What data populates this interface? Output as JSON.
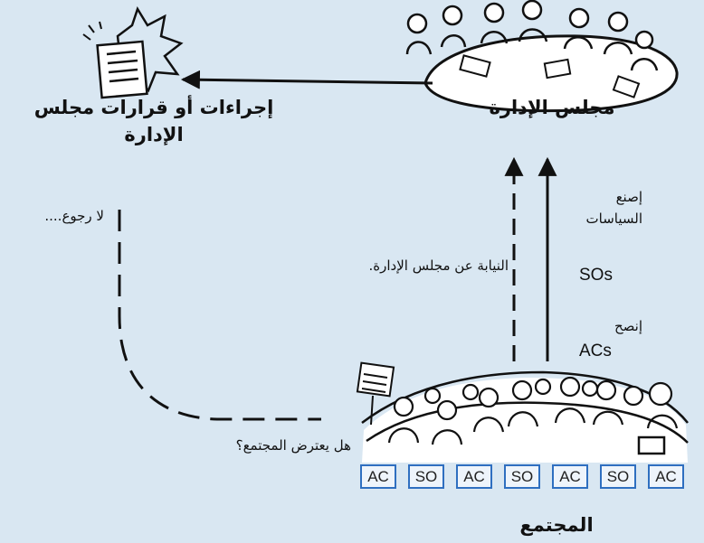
{
  "nodes": {
    "board_title": "مجلس الإدارة",
    "actions_title": "إجراءات أو قرارات مجلس الإدارة",
    "community_title": "المجتمع"
  },
  "notes": {
    "no_return": "لا رجوع....",
    "community_objects": "هل يعترض المجتمع؟",
    "on_behalf": "النيابة عن مجلس الإدارة.",
    "make_policies": "إصنع السياسات",
    "sos": "SOs",
    "advise": "إنصح",
    "acs": "ACs"
  },
  "member_boxes": [
    "AC",
    "SO",
    "AC",
    "SO",
    "AC",
    "SO",
    "AC"
  ],
  "colors": {
    "background": "#d9e7f2",
    "box_border": "#2f6fc0",
    "ink": "#111111"
  }
}
